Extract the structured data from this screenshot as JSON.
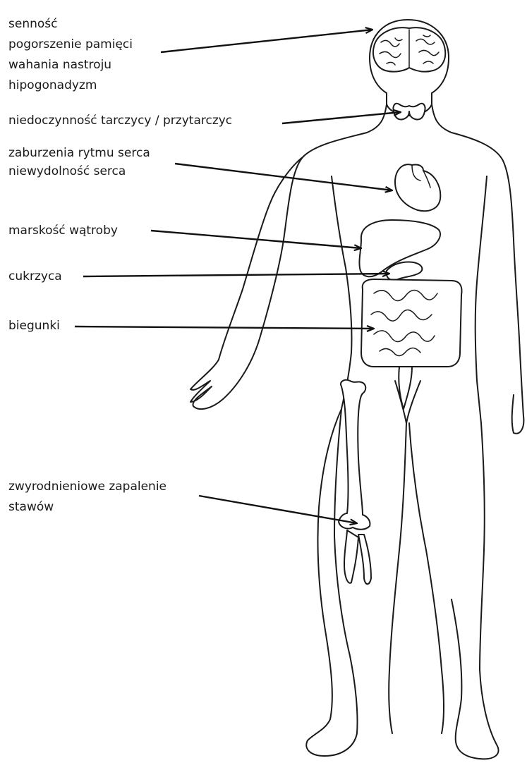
{
  "labels": {
    "brain": [
      "senność",
      "pogorszenie pamięci",
      "wahania nastroju",
      "hipogonadyzm"
    ],
    "thyroid": [
      "niedoczynność tarczycy / przytarczyc"
    ],
    "heart": [
      "zaburzenia rytmu serca",
      "niewydolność serca"
    ],
    "liver": [
      "marskość wątroby"
    ],
    "pancreas": [
      "cukrzyca"
    ],
    "intestine": [
      "biegunki"
    ],
    "knee": [
      "zwyrodnieniowe zapalenie",
      "stawów"
    ]
  }
}
